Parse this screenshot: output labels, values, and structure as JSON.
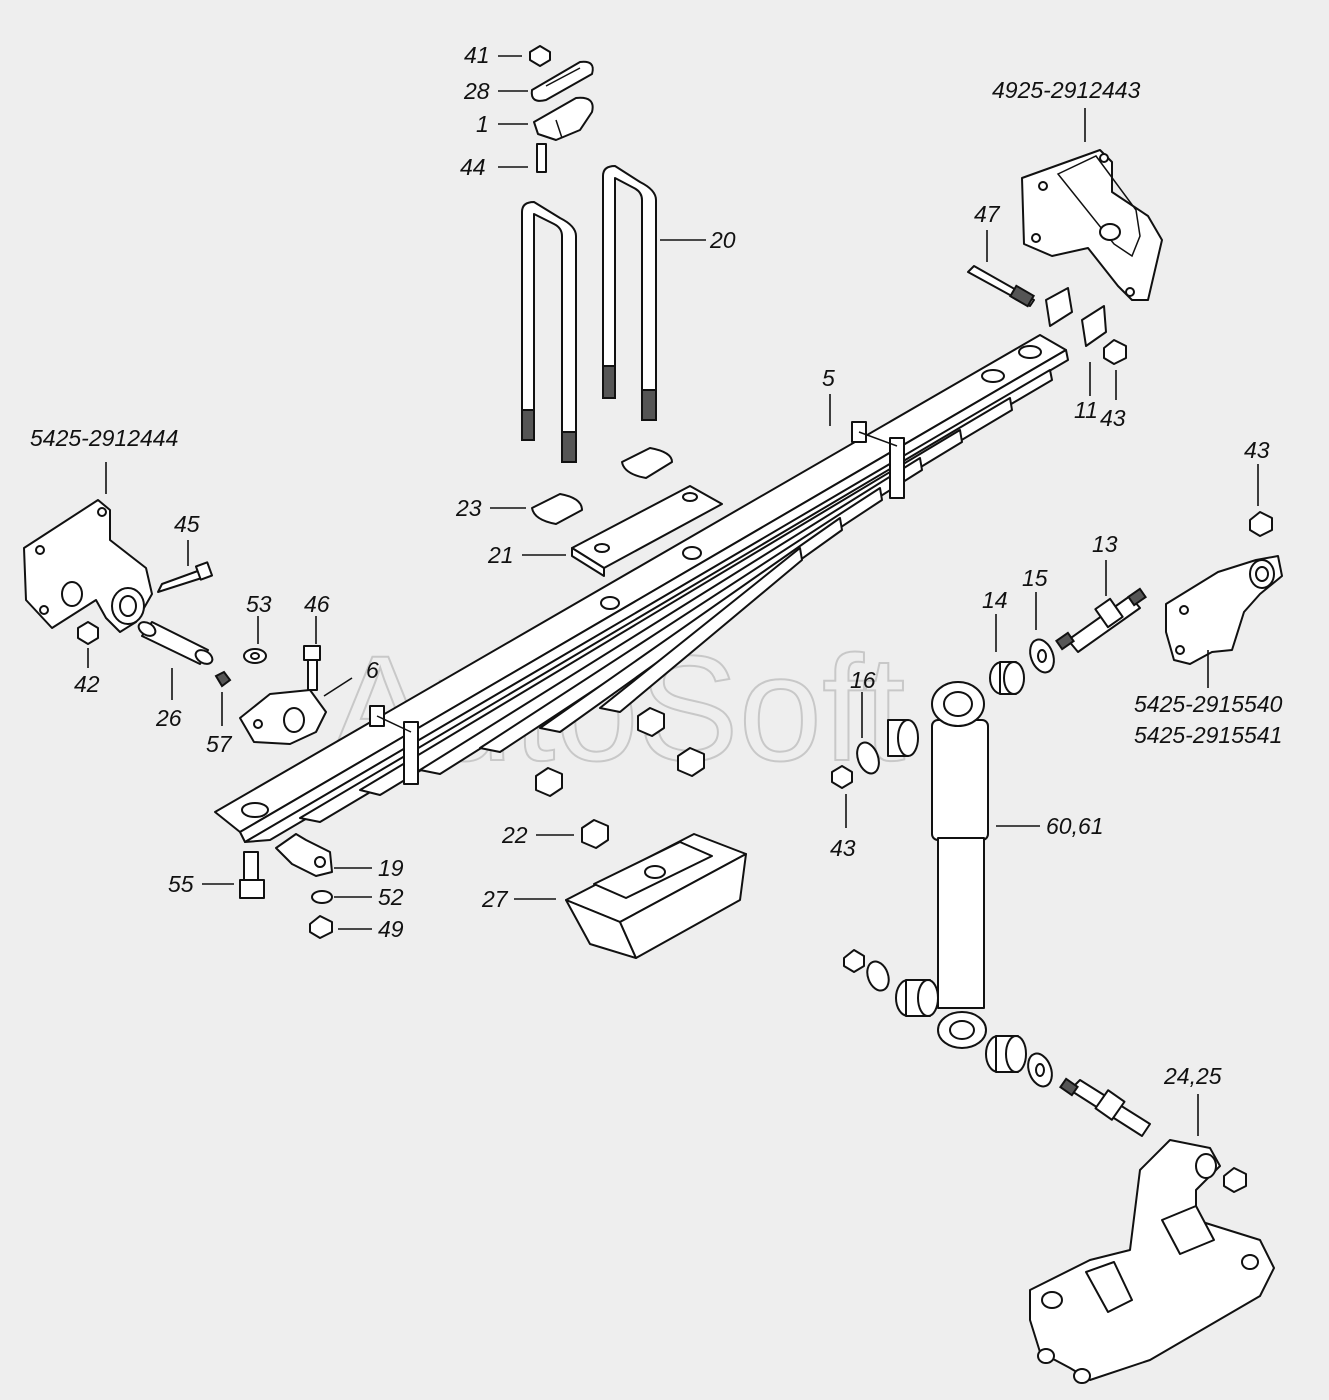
{
  "watermark": "AutoSoft",
  "labels": {
    "l41": "41",
    "l28": "28",
    "l1": "1",
    "l44": "44",
    "l20": "20",
    "l4925": "4925-2912443",
    "l47": "47",
    "l11": "11",
    "l43a": "43",
    "l5": "5",
    "l5425a": "5425-2912444",
    "l45": "45",
    "l23": "23",
    "l21": "21",
    "l43b": "43",
    "l13": "13",
    "l15": "15",
    "l14": "14",
    "l53": "53",
    "l46": "46",
    "l6": "6",
    "l42": "42",
    "l26": "26",
    "l57": "57",
    "l16": "16",
    "l5425b": "5425-2915540",
    "l5425c": "5425-2915541",
    "l43c": "43",
    "l6061": "60,61",
    "l22": "22",
    "l55": "55",
    "l19": "19",
    "l52": "52",
    "l49": "49",
    "l27": "27",
    "l2425": "24,25"
  }
}
